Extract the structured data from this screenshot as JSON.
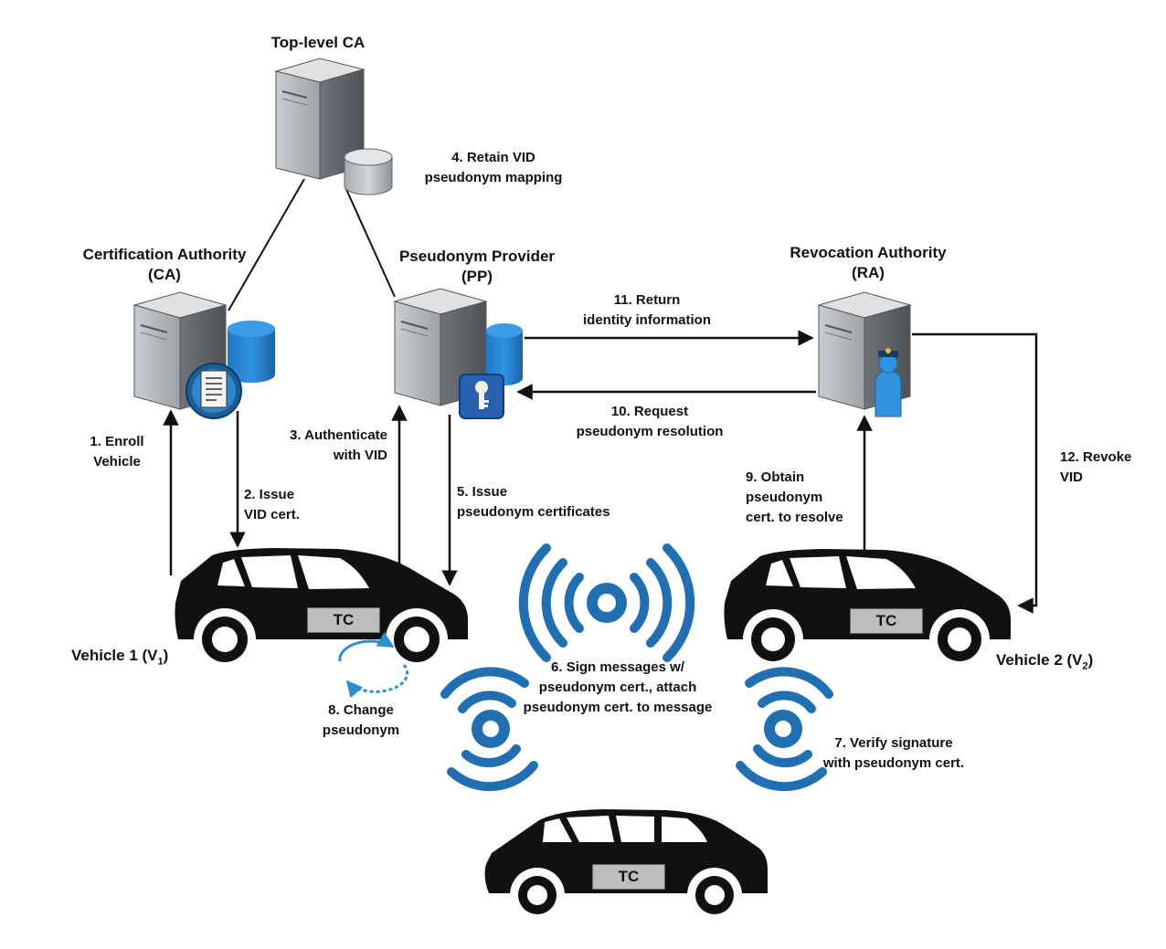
{
  "nodes": {
    "top_ca": "Top-level CA",
    "ca": [
      "Certification Authority",
      "(CA)"
    ],
    "pp": [
      "Pseudonym Provider",
      "(PP)"
    ],
    "ra": [
      "Revocation Authority",
      "(RA)"
    ],
    "vehicle1": {
      "label": "Vehicle 1 (V",
      "sub": "1",
      "close": ")"
    },
    "vehicle2": {
      "label": "Vehicle 2 (V",
      "sub": "2",
      "close": ")"
    },
    "tc": "TC"
  },
  "steps": {
    "s1": [
      "1. Enroll",
      "Vehicle"
    ],
    "s2": [
      "2. Issue",
      "VID cert."
    ],
    "s3": [
      "3. Authenticate",
      "with VID"
    ],
    "s4": [
      "4. Retain VID",
      "pseudonym mapping"
    ],
    "s5": [
      "5. Issue",
      "pseudonym certificates"
    ],
    "s6": [
      "6. Sign messages w/",
      "pseudonym cert., attach",
      "pseudonym cert. to message"
    ],
    "s7": [
      "7. Verify signature",
      "with pseudonym cert."
    ],
    "s8": [
      "8. Change",
      "pseudonym"
    ],
    "s9": [
      "9. Obtain",
      "pseudonym",
      "cert. to resolve"
    ],
    "s10": [
      "10. Request",
      "pseudonym resolution"
    ],
    "s11": [
      "11. Return",
      "identity information"
    ],
    "s12": [
      "12. Revoke",
      "VID"
    ]
  },
  "colors": {
    "accent_blue": "#1f6fb2",
    "server_grey": "#9a9ea3",
    "car": "#111111",
    "tc_box": "#bdbdbd"
  }
}
